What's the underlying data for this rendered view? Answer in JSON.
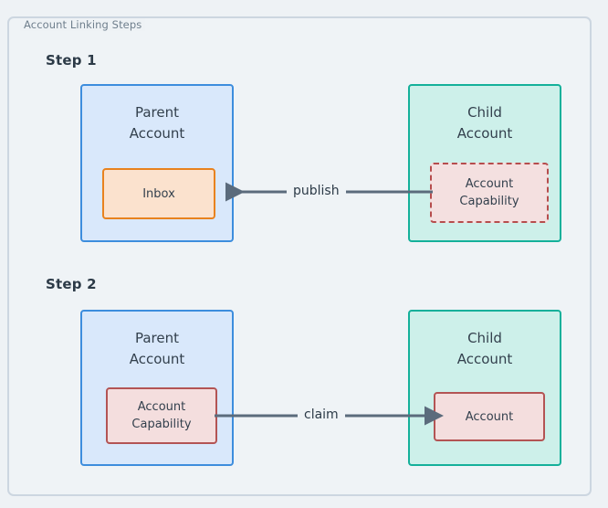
{
  "frame": {
    "legend": "Account Linking Steps",
    "border_color": "#ccd6e0",
    "background_color": "#eff3f6"
  },
  "palette": {
    "page_background": "#eef2f5",
    "parent_fill": "#d9e8fb",
    "parent_border": "#3d8ddd",
    "child_fill": "#cdf0ea",
    "child_border": "#14b09a",
    "inbox_fill": "#fbe2ce",
    "inbox_border": "#e8821e",
    "capability_fill": "#f4e0e0",
    "capability_border": "#b64d4d",
    "arrow_color": "#5b6b7c",
    "text_color": "#33404d",
    "heading_color": "#2c3a47",
    "legend_color": "#6f7f8d"
  },
  "steps": [
    {
      "label": "Step 1",
      "parent": {
        "title": "Parent\nAccount",
        "inner": {
          "label": "Inbox",
          "style": "solid-orange"
        }
      },
      "child": {
        "title": "Child\nAccount",
        "inner": {
          "label": "Account\nCapability",
          "style": "dashed-red"
        }
      },
      "edge": {
        "label": "publish",
        "direction": "left"
      }
    },
    {
      "label": "Step 2",
      "parent": {
        "title": "Parent\nAccount",
        "inner": {
          "label": "Account\nCapability",
          "style": "solid-red"
        }
      },
      "child": {
        "title": "Child\nAccount",
        "inner": {
          "label": "Account",
          "style": "solid-red"
        }
      },
      "edge": {
        "label": "claim",
        "direction": "right"
      }
    }
  ]
}
